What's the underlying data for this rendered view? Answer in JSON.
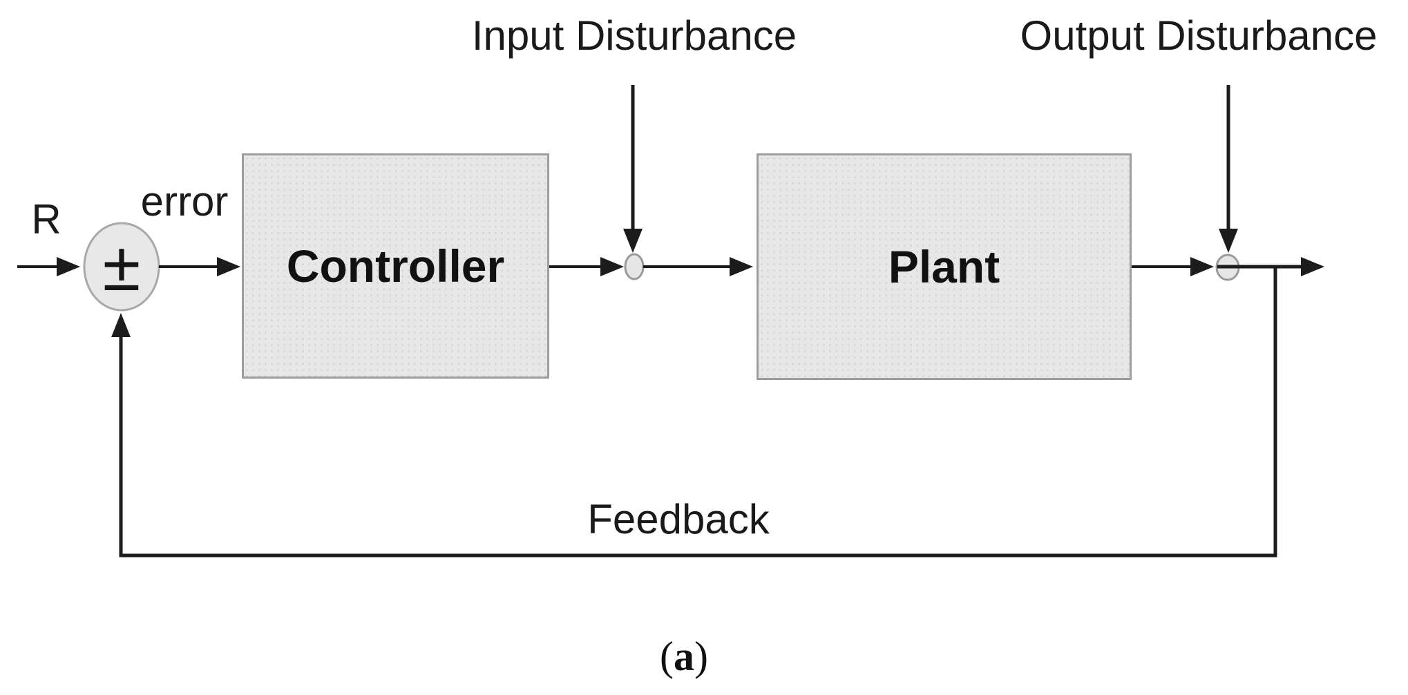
{
  "figure": {
    "labels": {
      "reference_input": "R",
      "error": "error",
      "input_disturbance": "Input Disturbance",
      "output_disturbance": "Output Disturbance",
      "feedback": "Feedback",
      "summing_symbol": "±"
    },
    "blocks": {
      "controller": {
        "label": "Controller"
      },
      "plant": {
        "label": "Plant"
      }
    },
    "caption": {
      "open": "(",
      "letter": "a",
      "close": ")"
    },
    "colors": {
      "background": "#ffffff",
      "block_fill": "#e7e7e7",
      "block_border": "#9d9d9d",
      "line": "#1c1c1c",
      "junction_fill": "#e6e6e6",
      "junction_border": "#9a9a9a",
      "label_text": "#1a1a1a"
    }
  }
}
